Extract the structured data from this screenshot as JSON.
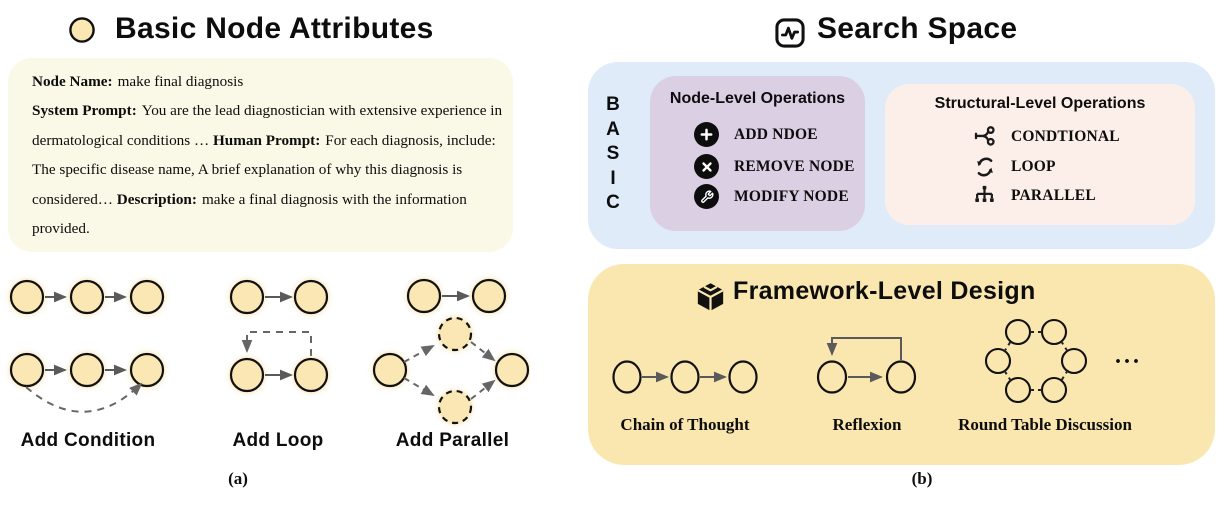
{
  "panel_a": {
    "title": "Basic Node Attributes",
    "caption": "(a)",
    "node_card": {
      "fields": [
        {
          "label": "Node Name:",
          "value": "make final diagnosis"
        },
        {
          "label": "System Prompt:",
          "value": "You are the lead diagnostician with extensive experience in dermatological conditions …"
        },
        {
          "label": "Human Prompt:",
          "value": "For each diagnosis, include: The specific disease name, A brief explanation of why this diagnosis is considered…"
        },
        {
          "label": "Description:",
          "value": "make a final diagnosis with the information provided."
        }
      ]
    },
    "operations": [
      {
        "label": "Add Condition"
      },
      {
        "label": "Add Loop"
      },
      {
        "label": "Add Parallel"
      }
    ]
  },
  "panel_b": {
    "title": "Search Space",
    "caption": "(b)",
    "basic_letters": [
      "B",
      "A",
      "S",
      "I",
      "C"
    ],
    "node_level": {
      "title": "Node-Level Operations",
      "items": [
        {
          "icon": "plus-circle-icon",
          "label": "ADD NDOE"
        },
        {
          "icon": "x-circle-icon",
          "label": "REMOVE NODE"
        },
        {
          "icon": "wrench-circle-icon",
          "label": "MODIFY NODE"
        }
      ]
    },
    "structural_level": {
      "title": "Structural-Level Operations",
      "items": [
        {
          "icon": "branch-icon",
          "label": "CONDTIONAL"
        },
        {
          "icon": "loop-icon",
          "label": "LOOP"
        },
        {
          "icon": "parallel-icon",
          "label": "PARALLEL"
        }
      ]
    },
    "framework_level": {
      "title": "Framework-Level Design",
      "ellipsis": "...",
      "examples": [
        {
          "label": "Chain of Thought"
        },
        {
          "label": "Reflexion"
        },
        {
          "label": "Round Table Discussion"
        }
      ]
    }
  },
  "colors": {
    "attribute_card_bg": "#FAF8E6",
    "node_fill": "#FAE7B3",
    "basic_box_bg": "#DFEBF9",
    "node_level_box_bg": "#DBCFE3",
    "structural_level_box_bg": "#FCEFEA",
    "framework_box_bg": "#FAE7B0",
    "arrow": "#5A5A5A",
    "ink": "#111111"
  }
}
